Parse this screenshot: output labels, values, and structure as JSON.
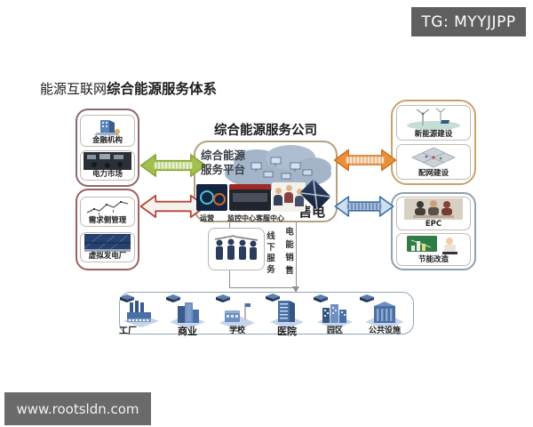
{
  "window": {
    "tg_badge": "TG: MYYJJPP",
    "watermark": "www.rootsldn.com"
  },
  "title": {
    "prefix": "能源互联网",
    "emphasis": "综合能源服务体系"
  },
  "company": {
    "name": "综合能源服务公司",
    "platform_line1": "综合能源",
    "platform_line2": "服务平台",
    "operation_label": "运营",
    "monitor_service_label": "监控中心客服中心",
    "power_sell_label": "售电"
  },
  "partners": {
    "left_top": {
      "items": [
        {
          "label": "金融机构"
        },
        {
          "label": "电力市场"
        }
      ]
    },
    "left_bottom": {
      "items": [
        {
          "label": "需求侧管理"
        },
        {
          "label": "虚拟发电厂"
        }
      ]
    },
    "right_top": {
      "items": [
        {
          "label": "新能源建设"
        },
        {
          "label": "配网建设"
        }
      ]
    },
    "right_bottom": {
      "items": [
        {
          "label": "EPC"
        },
        {
          "label": "节能改造"
        }
      ]
    }
  },
  "connectors": {
    "offline_service": "线下服务",
    "power_sales": "电能销售"
  },
  "consumers": {
    "buildings": [
      {
        "label": "工厂"
      },
      {
        "label": "商业"
      },
      {
        "label": "学校"
      },
      {
        "label": "医院"
      },
      {
        "label": "园区"
      },
      {
        "label": "公共设施"
      }
    ]
  },
  "colors": {
    "arrow_green_fill": "#a3bf4f",
    "arrow_green_stroke": "#86a538",
    "arrow_red_fill": "#f7f3ec",
    "arrow_red_stroke": "#b5453a",
    "arrow_orange_fill": "#e8913a",
    "arrow_orange_stroke": "#cf701c",
    "arrow_blue_fill": "#cfdff0",
    "arrow_blue_stroke": "#3a6ea8",
    "badge_bg": "#5f5f5f",
    "building_blue": "#4a6fa5"
  }
}
